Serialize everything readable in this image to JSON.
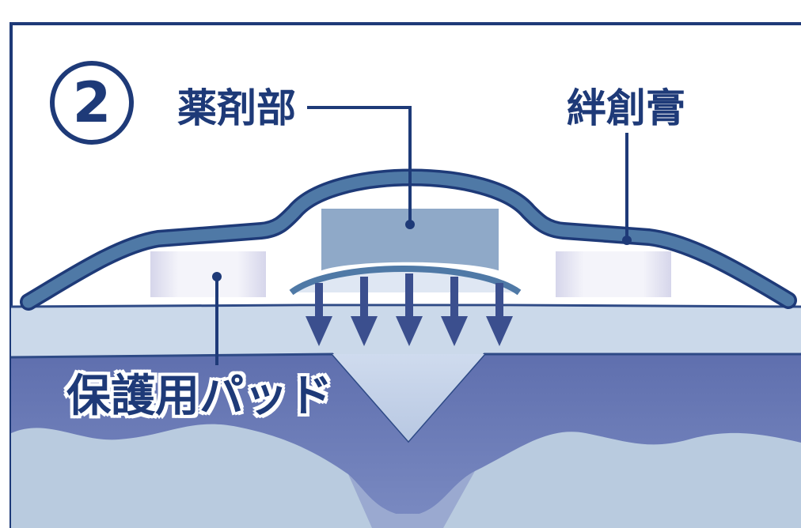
{
  "step_number": "2",
  "labels": {
    "drug_part": "薬剤部",
    "bandage": "絆創膏",
    "protective_pad": "保護用パッド"
  },
  "colors": {
    "outline": "#1e3a78",
    "bandage_fill": "#4f79a6",
    "drug_fill": "#8fa9c8",
    "pad_fill": "#e8e8f3",
    "skin_top": "#c9d7e8",
    "skin_deep": "#6f7db5",
    "tissue": "#b7c9de",
    "arrow": "#3b4f8e"
  },
  "arrows": {
    "count": 5,
    "direction": "down"
  }
}
